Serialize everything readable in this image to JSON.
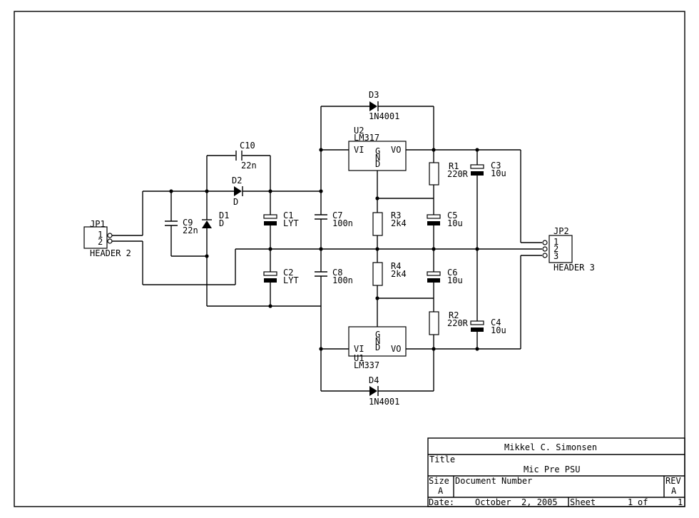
{
  "title_block": {
    "author": "Mikkel C. Simonsen",
    "title_label": "Title",
    "title": "Mic Pre PSU",
    "size_label": "Size",
    "size": "A",
    "docnum_label": "Document Number",
    "rev_label": "REV",
    "rev": "A",
    "date_label": "Date:",
    "date": "October  2, 2005",
    "sheet_label": "Sheet",
    "sheet_no": "1",
    "of_label": "of",
    "sheet_total": "1"
  },
  "components": {
    "jp1": {
      "ref": "JP1",
      "value": "HEADER 2",
      "pins": [
        "1",
        "2"
      ]
    },
    "jp2": {
      "ref": "JP2",
      "value": "HEADER 3",
      "pins": [
        "1",
        "2",
        "3"
      ]
    },
    "c10": {
      "ref": "C10",
      "value": "22n"
    },
    "d2": {
      "ref": "D2",
      "value": "D"
    },
    "d1": {
      "ref": "D1",
      "value": "D"
    },
    "c9": {
      "ref": "C9",
      "value": "22n"
    },
    "c1": {
      "ref": "C1",
      "value": "LYT"
    },
    "c2": {
      "ref": "C2",
      "value": "LYT"
    },
    "c7": {
      "ref": "C7",
      "value": "100n"
    },
    "c8": {
      "ref": "C8",
      "value": "100n"
    },
    "d3": {
      "ref": "D3",
      "value": "1N4001"
    },
    "d4": {
      "ref": "D4",
      "value": "1N4001"
    },
    "u2": {
      "ref": "U2",
      "value": "LM317",
      "vi": "VI",
      "vo": "VO",
      "g": "G",
      "n": "N",
      "d": "D"
    },
    "u1": {
      "ref": "U1",
      "value": "LM337",
      "vi": "VI",
      "vo": "VO",
      "g": "G",
      "n": "N",
      "d": "D"
    },
    "r1": {
      "ref": "R1",
      "value": "220R"
    },
    "r2": {
      "ref": "R2",
      "value": "220R"
    },
    "r3": {
      "ref": "R3",
      "value": "2k4"
    },
    "r4": {
      "ref": "R4",
      "value": "2k4"
    },
    "c3": {
      "ref": "C3",
      "value": "10u"
    },
    "c4": {
      "ref": "C4",
      "value": "10u"
    },
    "c5": {
      "ref": "C5",
      "value": "10u"
    },
    "c6": {
      "ref": "C6",
      "value": "10u"
    }
  }
}
